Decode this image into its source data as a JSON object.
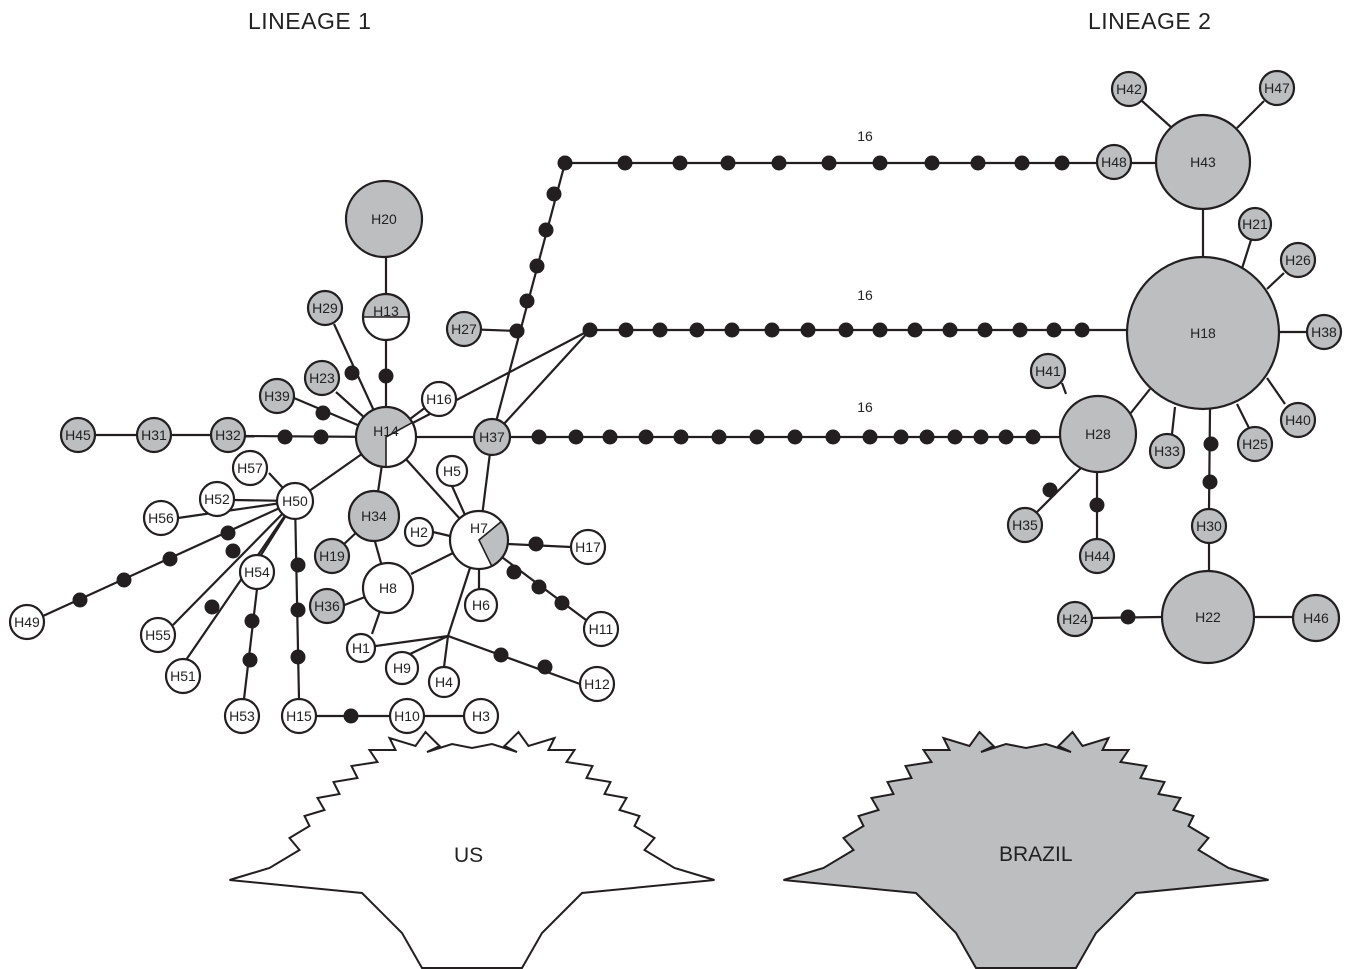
{
  "lineages": {
    "lineage1": "LINEAGE 1",
    "lineage2": "LINEAGE 2"
  },
  "regions": {
    "us": "US",
    "brazil": "BRAZIL"
  },
  "colors": {
    "us": "#ffffff",
    "brazil": "#bcbec0",
    "stroke": "#231f20"
  },
  "haplotypes": [
    {
      "id": "H1",
      "label": "H1",
      "fill": "us"
    },
    {
      "id": "H2",
      "label": "H2",
      "fill": "us"
    },
    {
      "id": "H3",
      "label": "H3",
      "fill": "us"
    },
    {
      "id": "H4",
      "label": "H4",
      "fill": "us"
    },
    {
      "id": "H5",
      "label": "H5",
      "fill": "us"
    },
    {
      "id": "H6",
      "label": "H6",
      "fill": "us"
    },
    {
      "id": "H7",
      "label": "H7",
      "fill": "us",
      "brazil_share": 0.2
    },
    {
      "id": "H8",
      "label": "H8",
      "fill": "us"
    },
    {
      "id": "H9",
      "label": "H9",
      "fill": "us"
    },
    {
      "id": "H10",
      "label": "H10",
      "fill": "us"
    },
    {
      "id": "H11",
      "label": "H11",
      "fill": "us"
    },
    {
      "id": "H12",
      "label": "H12",
      "fill": "us"
    },
    {
      "id": "H13",
      "label": "H13",
      "fill": "us",
      "brazil_share": 0.5
    },
    {
      "id": "H14",
      "label": "H14",
      "fill": "us",
      "brazil_share": 0.67
    },
    {
      "id": "H15",
      "label": "H15",
      "fill": "us"
    },
    {
      "id": "H16",
      "label": "H16",
      "fill": "us"
    },
    {
      "id": "H17",
      "label": "H17",
      "fill": "us"
    },
    {
      "id": "H18",
      "label": "H18",
      "fill": "brazil"
    },
    {
      "id": "H19",
      "label": "H19",
      "fill": "brazil"
    },
    {
      "id": "H20",
      "label": "H20",
      "fill": "brazil"
    },
    {
      "id": "H21",
      "label": "H21",
      "fill": "brazil"
    },
    {
      "id": "H22",
      "label": "H22",
      "fill": "brazil"
    },
    {
      "id": "H23",
      "label": "H23",
      "fill": "brazil"
    },
    {
      "id": "H24",
      "label": "H24",
      "fill": "brazil"
    },
    {
      "id": "H25",
      "label": "H25",
      "fill": "brazil"
    },
    {
      "id": "H26",
      "label": "H26",
      "fill": "brazil"
    },
    {
      "id": "H27",
      "label": "H27",
      "fill": "brazil"
    },
    {
      "id": "H28",
      "label": "H28",
      "fill": "brazil"
    },
    {
      "id": "H29",
      "label": "H29",
      "fill": "brazil"
    },
    {
      "id": "H30",
      "label": "H30",
      "fill": "brazil"
    },
    {
      "id": "H31",
      "label": "H31",
      "fill": "brazil"
    },
    {
      "id": "H32",
      "label": "H32",
      "fill": "brazil"
    },
    {
      "id": "H33",
      "label": "H33",
      "fill": "brazil"
    },
    {
      "id": "H34",
      "label": "H34",
      "fill": "brazil"
    },
    {
      "id": "H35",
      "label": "H35",
      "fill": "brazil"
    },
    {
      "id": "H36",
      "label": "H36",
      "fill": "brazil"
    },
    {
      "id": "H37",
      "label": "H37",
      "fill": "brazil"
    },
    {
      "id": "H38",
      "label": "H38",
      "fill": "brazil"
    },
    {
      "id": "H39",
      "label": "H39",
      "fill": "brazil"
    },
    {
      "id": "H40",
      "label": "H40",
      "fill": "brazil"
    },
    {
      "id": "H41",
      "label": "H41",
      "fill": "brazil"
    },
    {
      "id": "H42",
      "label": "H42",
      "fill": "brazil"
    },
    {
      "id": "H43",
      "label": "H43",
      "fill": "brazil"
    },
    {
      "id": "H44",
      "label": "H44",
      "fill": "brazil"
    },
    {
      "id": "H45",
      "label": "H45",
      "fill": "brazil"
    },
    {
      "id": "H46",
      "label": "H46",
      "fill": "brazil"
    },
    {
      "id": "H47",
      "label": "H47",
      "fill": "brazil"
    },
    {
      "id": "H48",
      "label": "H48",
      "fill": "brazil"
    },
    {
      "id": "H49",
      "label": "H49",
      "fill": "us"
    },
    {
      "id": "H50",
      "label": "H50",
      "fill": "us"
    },
    {
      "id": "H51",
      "label": "H51",
      "fill": "us"
    },
    {
      "id": "H52",
      "label": "H52",
      "fill": "us"
    },
    {
      "id": "H53",
      "label": "H53",
      "fill": "us"
    },
    {
      "id": "H54",
      "label": "H54",
      "fill": "us"
    },
    {
      "id": "H55",
      "label": "H55",
      "fill": "us"
    },
    {
      "id": "H56",
      "label": "H56",
      "fill": "us"
    },
    {
      "id": "H57",
      "label": "H57",
      "fill": "us"
    }
  ],
  "long_branch_steps": [
    "16",
    "16",
    "16"
  ]
}
